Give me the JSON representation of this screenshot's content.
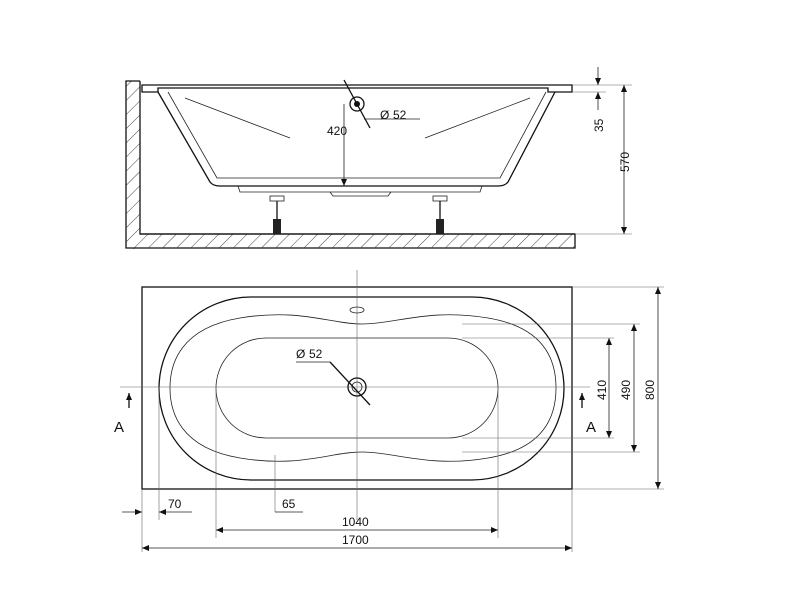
{
  "side_view": {
    "height_total": "570",
    "rim_thickness": "35",
    "drain_height": "420",
    "drain_diameter": "52",
    "diameter_symbol": "Ø"
  },
  "top_view": {
    "width_total": "800",
    "inner_width": "490",
    "bottom_width": "410",
    "length_total": "1700",
    "bottom_length": "1040",
    "edge_offset": "70",
    "offset_65": "65",
    "drain_diameter": "52",
    "diameter_symbol": "Ø",
    "section_left": "A",
    "section_right": "A"
  }
}
